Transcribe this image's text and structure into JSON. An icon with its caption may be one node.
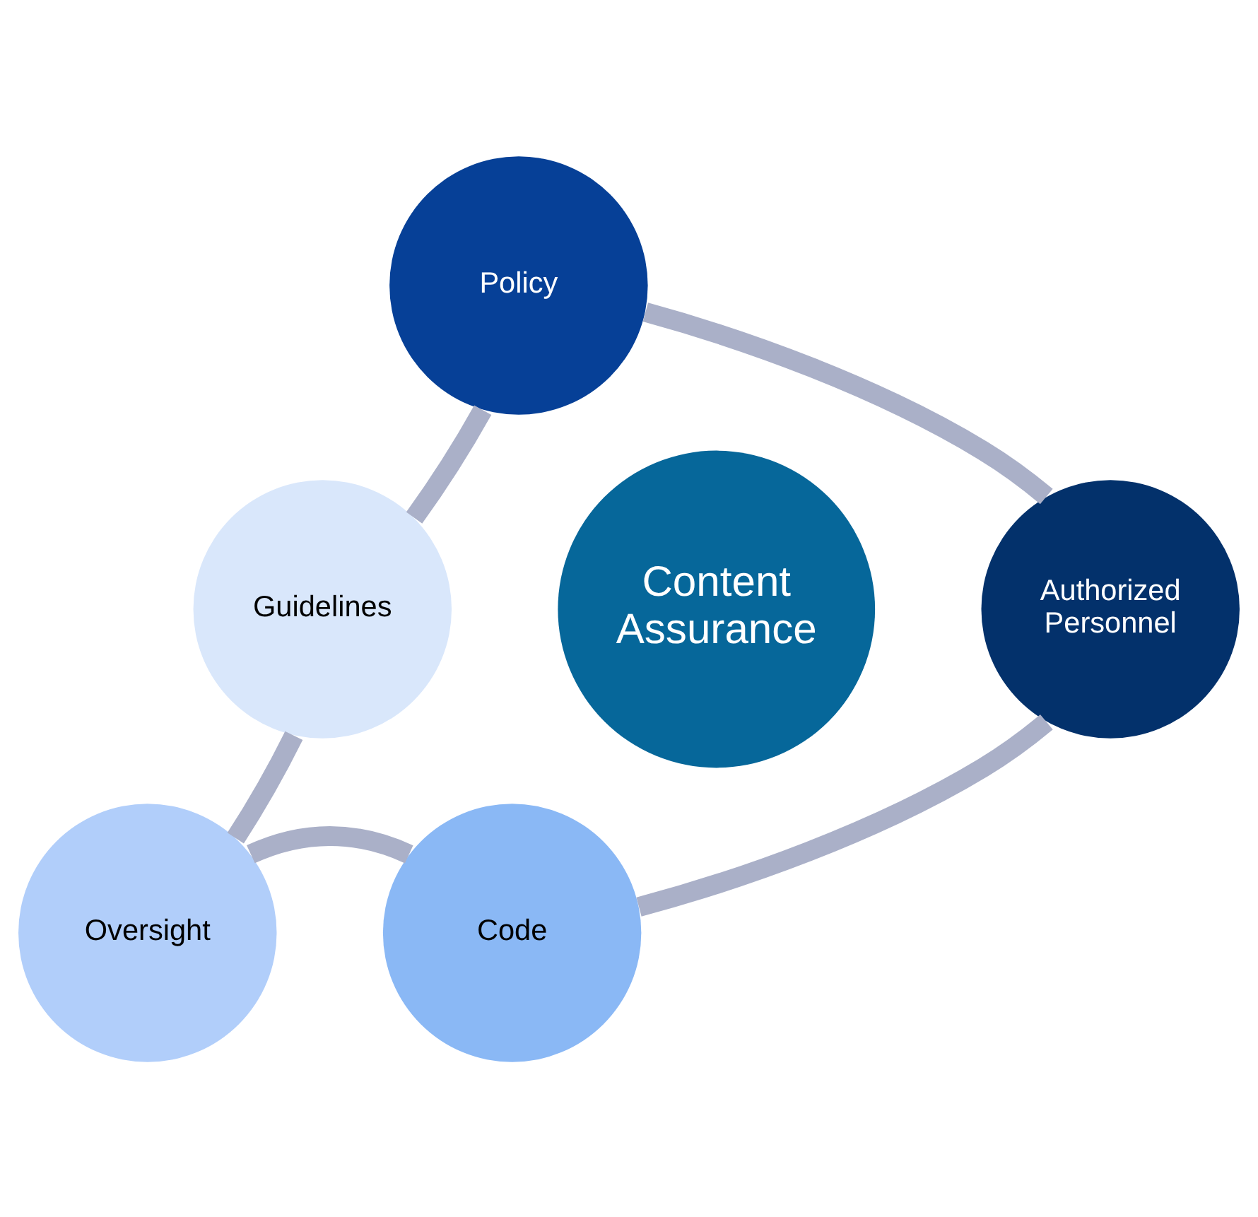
{
  "diagram": {
    "nodes": [
      {
        "text": [
          "Policy"
        ]
      },
      {
        "text": [
          "Guidelines"
        ]
      },
      {
        "text": [
          "Authorized Personnel"
        ]
      },
      {
        "text": [
          "Content Assurance"
        ]
      },
      {
        "text": [
          "Oversight"
        ]
      },
      {
        "text": [
          "Code"
        ]
      }
    ],
    "edges": [
      {
        "from": 0,
        "to": 2,
        "arrow": "none"
      },
      {
        "from": 2,
        "to": 5,
        "arrow": "none"
      },
      {
        "from": 5,
        "to": 4,
        "arrow": "none"
      },
      {
        "from": 4,
        "to": 1,
        "arrow": "none"
      },
      {
        "from": 1,
        "to": 0,
        "arrow": "none"
      }
    ]
  }
}
